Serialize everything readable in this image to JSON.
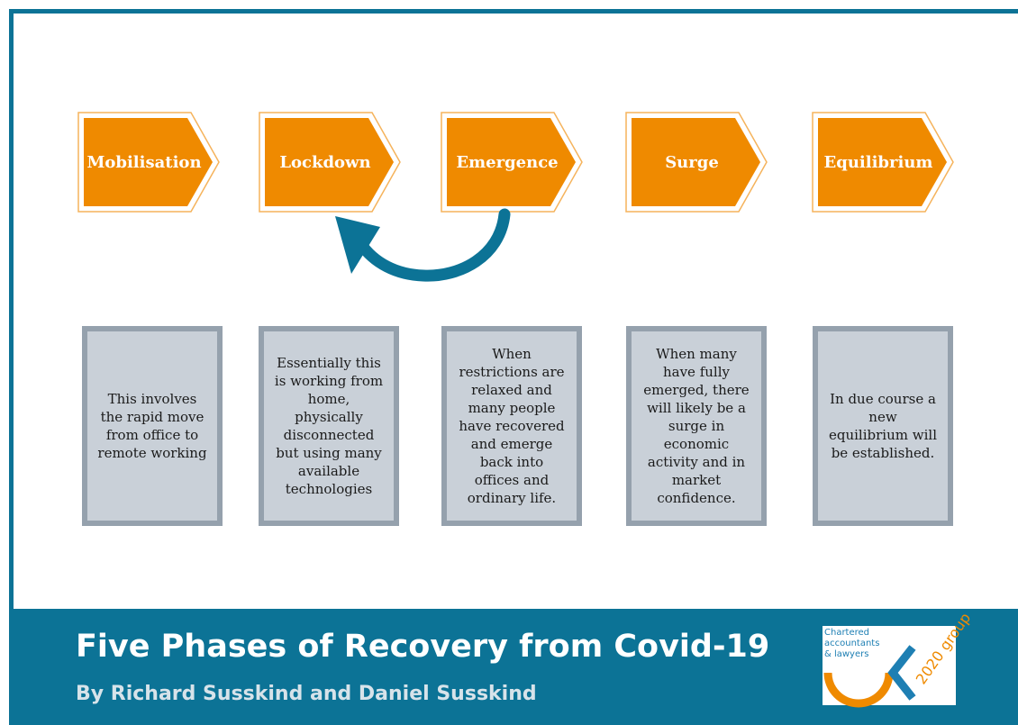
{
  "colors": {
    "accent_orange": "#ef8a00",
    "brand_blue": "#0c7396",
    "card_fill": "#c9d0d8",
    "card_border": "#95a1ad"
  },
  "phases": [
    {
      "label": "Mobilisation",
      "description": "This involves the rapid move from office to remote working"
    },
    {
      "label": "Lockdown",
      "description": "Essentially this is working from home, physically disconnected but using many available technologies"
    },
    {
      "label": "Emergence",
      "description": "When restrictions are relaxed and many people have recovered and emerge back into offices and ordinary life."
    },
    {
      "label": "Surge",
      "description": "When many have fully emerged, there will likely be a surge in economic activity and in market confidence."
    },
    {
      "label": "Equilibrium",
      "description": "In due course a new equilibrium will be established."
    }
  ],
  "footer": {
    "title": "Five Phases of Recovery from Covid-19",
    "subtitle": "By Richard Susskind and Daniel Susskind"
  },
  "logo": {
    "line1": "Chartered",
    "line2": "accountants",
    "line3": "& lawyers",
    "mark_text": "2020 group"
  }
}
